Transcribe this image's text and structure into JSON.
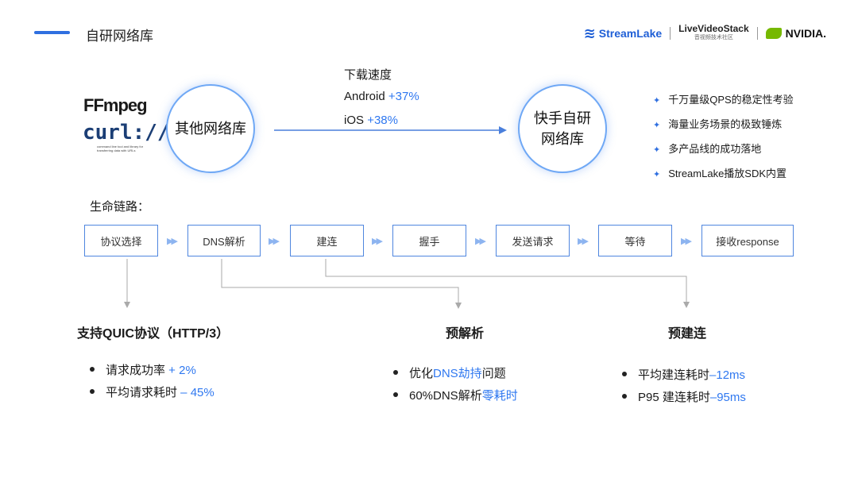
{
  "header": {
    "title": "自研网络库",
    "logos": {
      "streamlake": "StreamLake",
      "livevideostack": "LiveVideoStack",
      "livevideostack_sub": "音视频技术社区",
      "nvidia": "NVIDIA."
    }
  },
  "left_libs": {
    "ffmpeg": "FFmpeg",
    "curl": "curl://",
    "curl_sub": "command line tool and library for transferring data with URLs"
  },
  "diagram": {
    "left_circle": "其他网络库",
    "right_circle": [
      "快手自研",
      "网络库"
    ],
    "speed_title": "下载速度",
    "speeds": [
      {
        "platform": "Android",
        "value": "+37%"
      },
      {
        "platform": "iOS",
        "value": "+38%"
      }
    ],
    "features": [
      "千万量级QPS的稳定性考验",
      "海量业务场景的极致锤炼",
      "多产品线的成功落地",
      "StreamLake播放SDK内置"
    ]
  },
  "lifecycle": {
    "label": "生命链路：",
    "steps": [
      "协议选择",
      "DNS解析",
      "建连",
      "握手",
      "发送请求",
      "等待",
      "接收response"
    ]
  },
  "sections": [
    {
      "title": "支持QUIC协议（HTTP/3）",
      "items": [
        {
          "text": "请求成功率",
          "highlight": " + 2%"
        },
        {
          "text": "平均请求耗时",
          "highlight": " – 45%"
        }
      ]
    },
    {
      "title": "预解析",
      "items": [
        {
          "pre": "优化",
          "highlight": "DNS劫持",
          "post": "问题"
        },
        {
          "pre": "60%DNS解析",
          "highlight": "零耗时",
          "post": ""
        }
      ]
    },
    {
      "title": "预建连",
      "items": [
        {
          "text": "平均建连耗时",
          "highlight": "–12ms"
        },
        {
          "text": "P95 建连耗时",
          "highlight": "–95ms"
        }
      ]
    }
  ],
  "colors": {
    "accent": "#2f78f0",
    "box_border": "#4f86df",
    "circle_border": "#6fa8f5"
  }
}
